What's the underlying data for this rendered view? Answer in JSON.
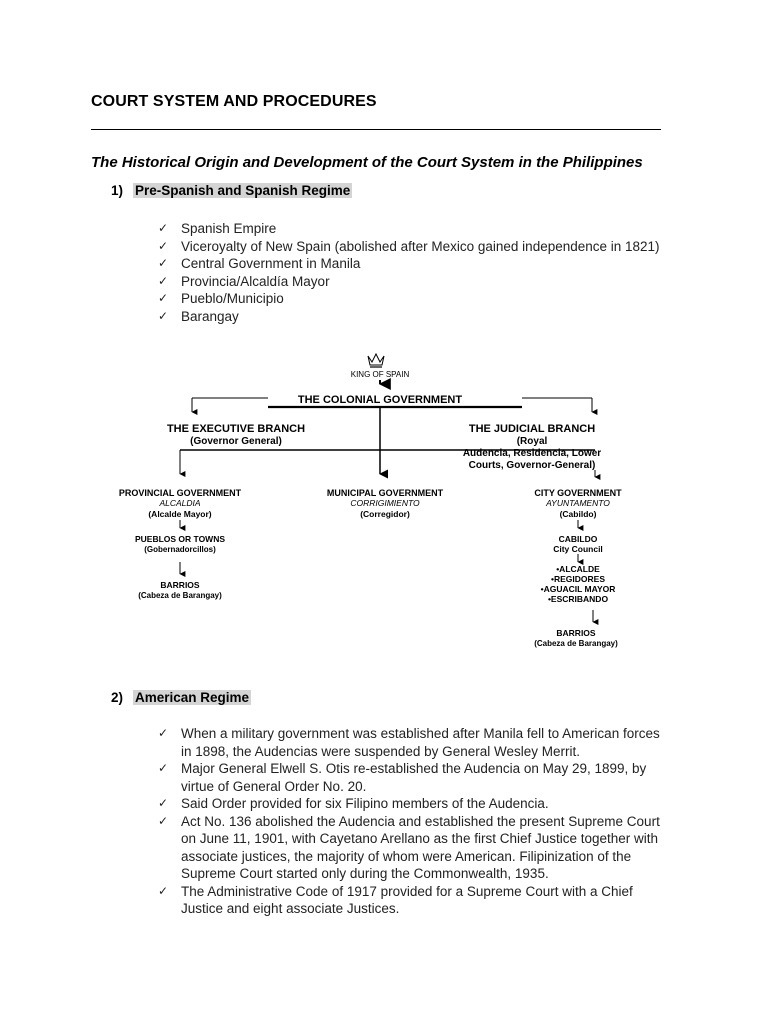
{
  "doc": {
    "title": "COURT SYSTEM AND PROCEDURES",
    "subtitle": "The Historical Origin and Development of the Court System in the Philippines"
  },
  "section1": {
    "number": "1)",
    "heading": "Pre-Spanish and Spanish Regime",
    "items": [
      "Spanish Empire",
      "Viceroyalty of New Spain (abolished after Mexico gained independence in 1821)",
      "Central Government in Manila",
      "Provincia/Alcaldía Mayor",
      "Pueblo/Municipio",
      "Barangay"
    ]
  },
  "orgchart": {
    "king": "KING OF SPAIN",
    "colonial": "THE COLONIAL GOVERNMENT",
    "exec_title": "THE EXECUTIVE BRANCH",
    "exec_sub": "(Governor General)",
    "jud_title": "THE JUDICIAL BRANCH",
    "jud_sub1": "(Royal",
    "jud_sub2": "Audencia, Residencia, Lower",
    "jud_sub3": "Courts, Governor-General)",
    "prov_title": "PROVINCIAL GOVERNMENT",
    "prov_sub": "ALCALDIA",
    "prov_sub2": "(Alcalde Mayor)",
    "muni_title": "MUNICIPAL GOVERNMENT",
    "muni_sub": "CORRIGIMIENTO",
    "muni_sub2": "(Corregidor)",
    "city_title": "CITY GOVERNMENT",
    "city_sub": "AYUNTAMENTO",
    "city_sub2": "(Cabildo)",
    "pueblos_title": "PUEBLOS OR TOWNS",
    "pueblos_sub": "(Gobernadorcillos)",
    "barrios_left_title": "BARRIOS",
    "barrios_left_sub": "(Cabeza de Barangay)",
    "cabildo_title": "CABILDO",
    "cabildo_sub": "City Council",
    "officials": [
      "•ALCALDE",
      "•REGIDORES",
      "•AGUACIL MAYOR",
      "•ESCRIBANDO"
    ],
    "barrios_right_title": "BARRIOS",
    "barrios_right_sub": "(Cabeza de Barangay)"
  },
  "section2": {
    "number": "2)",
    "heading": "American Regime",
    "items": [
      [
        "When a military government was established after Manila fell to American forces",
        "in 1898, the Audencias were suspended by General Wesley Merrit."
      ],
      [
        "Major General Elwell S. Otis re-established the Audencia on May 29, 1899, by",
        "virtue of General Order No. 20."
      ],
      [
        "Said Order provided for six Filipino members of the Audencia."
      ],
      [
        "Act No. 136 abolished the Audencia and established the present Supreme Court",
        "on June 11, 1901, with Cayetano Arellano as the first Chief Justice together with",
        "associate justices, the majority of whom were American.  Filipinization of the",
        "Supreme Court started only during the Commonwealth, 1935."
      ],
      [
        "The Administrative Code of 1917 provided for a Supreme Court with a Chief",
        "Justice and eight associate Justices."
      ]
    ]
  }
}
